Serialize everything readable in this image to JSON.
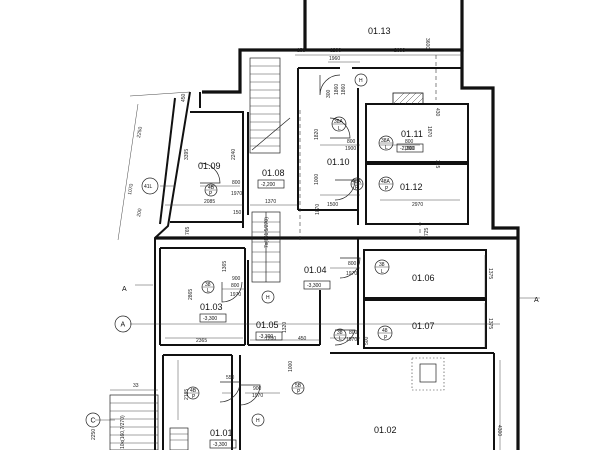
{
  "rooms": {
    "r0113": "01.13",
    "r0111": "01.11",
    "r0112": "01.12",
    "r0110": "01.10",
    "r0109": "01.09",
    "r0108": "01.08",
    "r0104": "01.04",
    "r0106": "01.06",
    "r0107": "01.07",
    "r0103": "01.03",
    "r0105": "01.05",
    "r0101": "01.01",
    "r0102": "01.02"
  },
  "levels": {
    "l0111": "-2,200",
    "l0108": "-2,200",
    "l0104": "-3,300",
    "l0103": "-3,300",
    "l0105": "-3,300",
    "l0101": "-3,300"
  },
  "axes": {
    "a1": "A",
    "a2": "A",
    "a3": "A",
    "c1": "C",
    "h1": "H",
    "h2": "H",
    "h3": "H",
    "b41": "41L"
  },
  "door_tags": {
    "t1_top": "4B",
    "t1_bot": "P",
    "t2_top": "38A",
    "t2_bot": "L",
    "t3_top": "38A",
    "t3_bot": "L",
    "t4_top": "48A",
    "t4_bot": "P",
    "t5_top": "48A",
    "t5_bot": "P",
    "t6_top": "38",
    "t6_bot": "L",
    "t7_top": "38",
    "t7_bot": "L",
    "t8_top": "38",
    "t8_bot": "L",
    "t9_top": "48",
    "t9_bot": "P",
    "t10_top": "5B",
    "t10_bot": "P",
    "t11_top": "4B",
    "t11_bot": "P"
  },
  "dims": {
    "d150a": "150",
    "d1200": "1200",
    "d2600": "2600",
    "d1960": "1960",
    "d3600": "3600",
    "d430": "430",
    "d450": "450",
    "d2250": "2250",
    "d800a": "800",
    "d1970a": "1970",
    "d2085": "2085",
    "d3395": "3395",
    "d2240": "2240",
    "d1000": "1000",
    "d1500": "1500",
    "d1370": "1370",
    "d800b": "800",
    "d1900a": "1900",
    "d800c": "800",
    "d1900b": "1900",
    "d1870": "1870",
    "d2970": "2970",
    "d315": "315",
    "d150b": "150",
    "d800d": "800",
    "d1970b": "1970",
    "d800e": "800",
    "d1970c": "1970",
    "d2865": "2865",
    "d1365": "1365",
    "d900": "900",
    "d1970d": "1970",
    "d2365": "2365",
    "d1200b": "1200",
    "d450b": "450",
    "d800f": "800",
    "d1970e": "1970",
    "d1375a": "1375",
    "d1375b": "1375",
    "d500": "500",
    "d2185": "2185",
    "d900b": "900",
    "d1970f": "1970",
    "d550": "550",
    "d4300": "4300",
    "d1000b": "1000",
    "d1320": "1320",
    "d1070": "1070",
    "d200": "200",
    "d33": "33",
    "d765": "765",
    "d725": "725",
    "d1820": "1820",
    "d1860": "1860",
    "d1860b": "1860",
    "d300": "300",
    "d1070b": "1070",
    "d2250b": "2250",
    "stair1": "7x(161,5/270)",
    "stair2": "10x(160,7/270)"
  }
}
